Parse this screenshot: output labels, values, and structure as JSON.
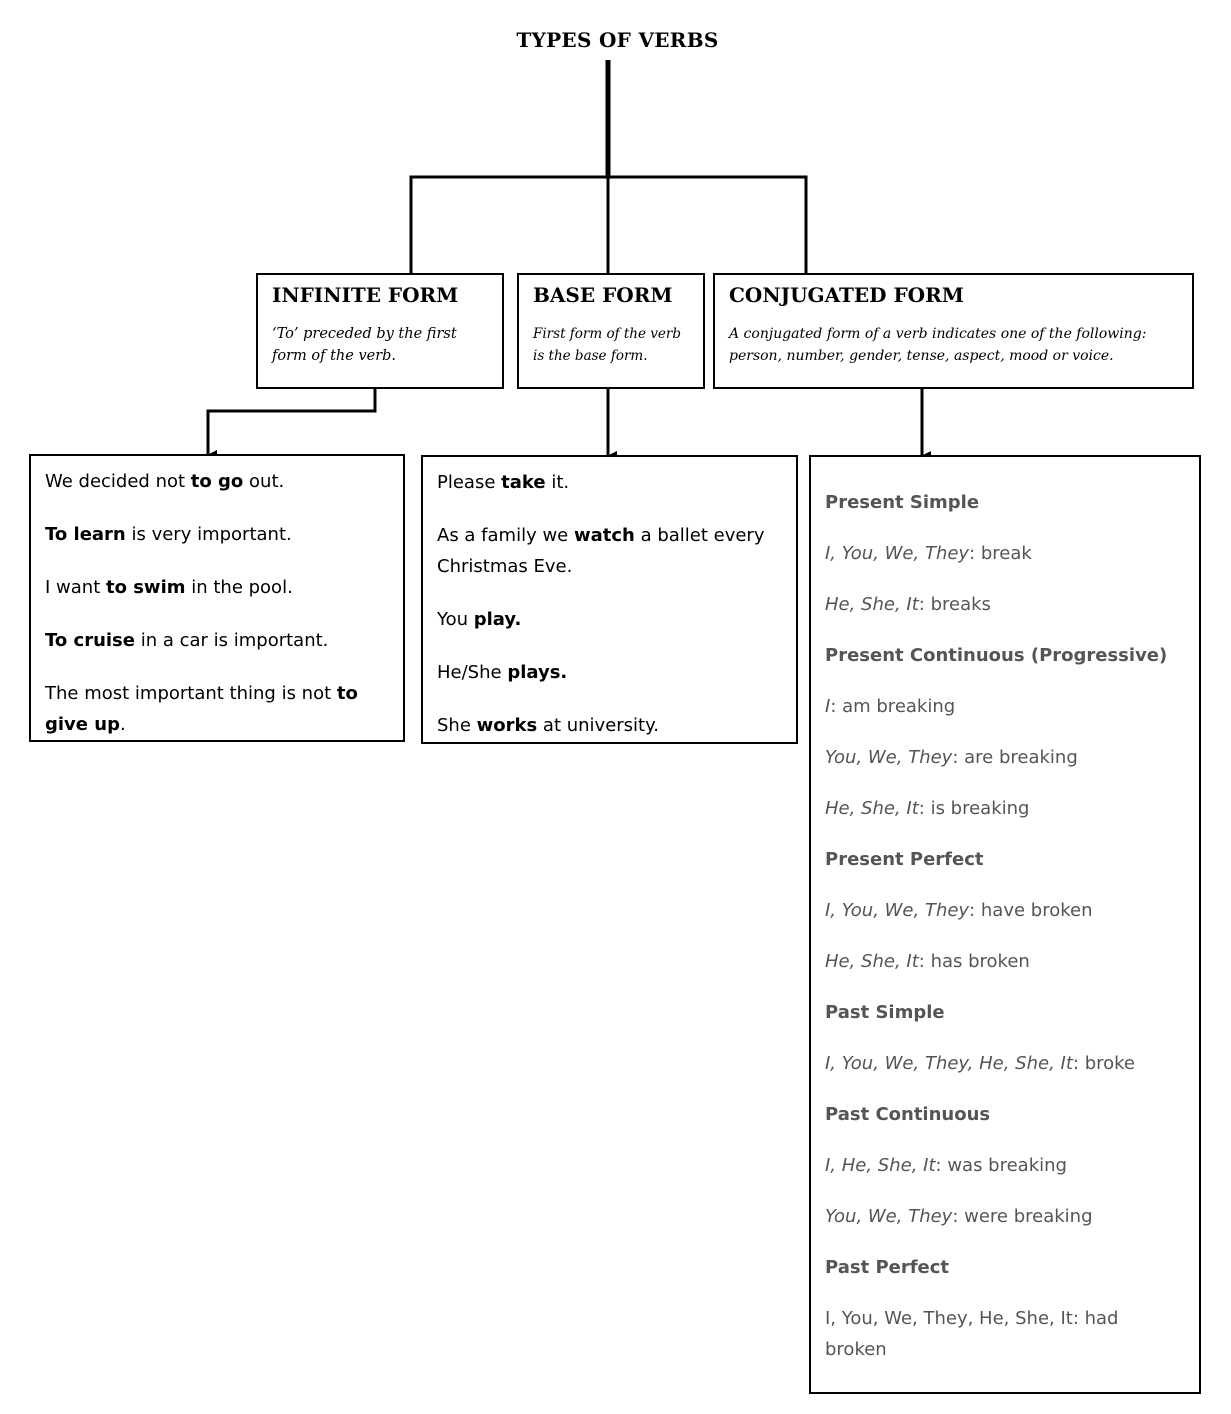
{
  "title": "TYPES OF VERBS",
  "categories": {
    "infinite": {
      "title": "INFINITE FORM",
      "desc_line1": "‘To’ preceded by the first",
      "desc_line2": "form of the verb."
    },
    "base": {
      "title": "BASE FORM",
      "desc_line1": "First form of the verb",
      "desc_line2": "is the base form."
    },
    "conjugated": {
      "title": "CONJUGATED FORM",
      "desc_line1": "A conjugated form of a verb indicates one of the following:",
      "desc_line2": "person, number, gender, tense, aspect, mood or voice."
    }
  },
  "infinite_examples": [
    {
      "pre": "We decided not ",
      "bold": "to go",
      "post": " out."
    },
    {
      "pre": "",
      "bold": "To learn",
      "post": " is very important."
    },
    {
      "pre": "I want ",
      "bold": "to swim",
      "post": " in the pool."
    },
    {
      "pre": "",
      "bold": "To cruise",
      "post": " in a car is important."
    },
    {
      "pre": "The most important thing is not ",
      "bold": "to give up",
      "post": "."
    }
  ],
  "base_examples": [
    {
      "pre": "Please ",
      "bold": "take",
      "post": " it."
    },
    {
      "pre": "As a family we ",
      "bold": "watch",
      "post": " a ballet every Christmas Eve."
    },
    {
      "pre": "You ",
      "bold": "play.",
      "post": ""
    },
    {
      "pre": "He/She ",
      "bold": "plays.",
      "post": ""
    },
    {
      "pre": "She ",
      "bold": "works",
      "post": " at university."
    }
  ],
  "conjugations": [
    {
      "tense": "Present Simple",
      "forms": [
        {
          "pronouns": "I, You, We, They",
          "verb": ": break"
        },
        {
          "pronouns": "He, She, It",
          "verb": ": breaks"
        }
      ]
    },
    {
      "tense": "Present Continuous (Progressive)",
      "forms": [
        {
          "pronouns": "I",
          "verb": ": am breaking"
        },
        {
          "pronouns": "You, We, They",
          "verb": ": are breaking"
        },
        {
          "pronouns": "He, She, It",
          "verb": ": is breaking"
        }
      ]
    },
    {
      "tense": "Present Perfect",
      "forms": [
        {
          "pronouns": "I, You, We, They",
          "verb": ": have broken"
        },
        {
          "pronouns": "He, She, It",
          "verb": ": has broken"
        }
      ]
    },
    {
      "tense": "Past Simple",
      "forms": [
        {
          "pronouns": "I, You, We, They, He, She, It",
          "verb": ": broke"
        }
      ]
    },
    {
      "tense": "Past Continuous",
      "forms": [
        {
          "pronouns": "I, He, She, It",
          "verb": ": was breaking"
        },
        {
          "pronouns": "You, We, They",
          "verb": ": were breaking"
        }
      ]
    },
    {
      "tense": "Past Perfect",
      "forms": [
        {
          "pronouns": "",
          "verb": "I, You, We, They, He, She, It: had broken"
        }
      ]
    }
  ]
}
